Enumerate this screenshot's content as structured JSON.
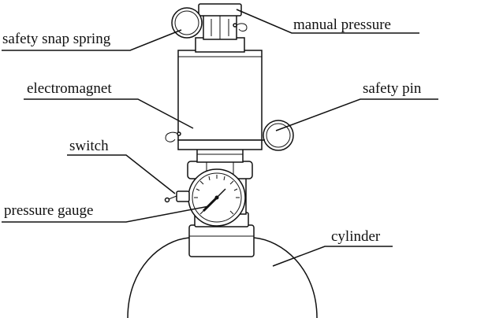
{
  "labels": {
    "manual_pressure": "manual pressure",
    "safety_snap_spring": "safety snap spring",
    "electromagnet": "electromagnet",
    "safety_pin": "safety pin",
    "switch": "switch",
    "pressure_gauge": "pressure gauge",
    "cylinder": "cylinder"
  },
  "colors": {
    "line": "#111111",
    "background": "#ffffff"
  }
}
